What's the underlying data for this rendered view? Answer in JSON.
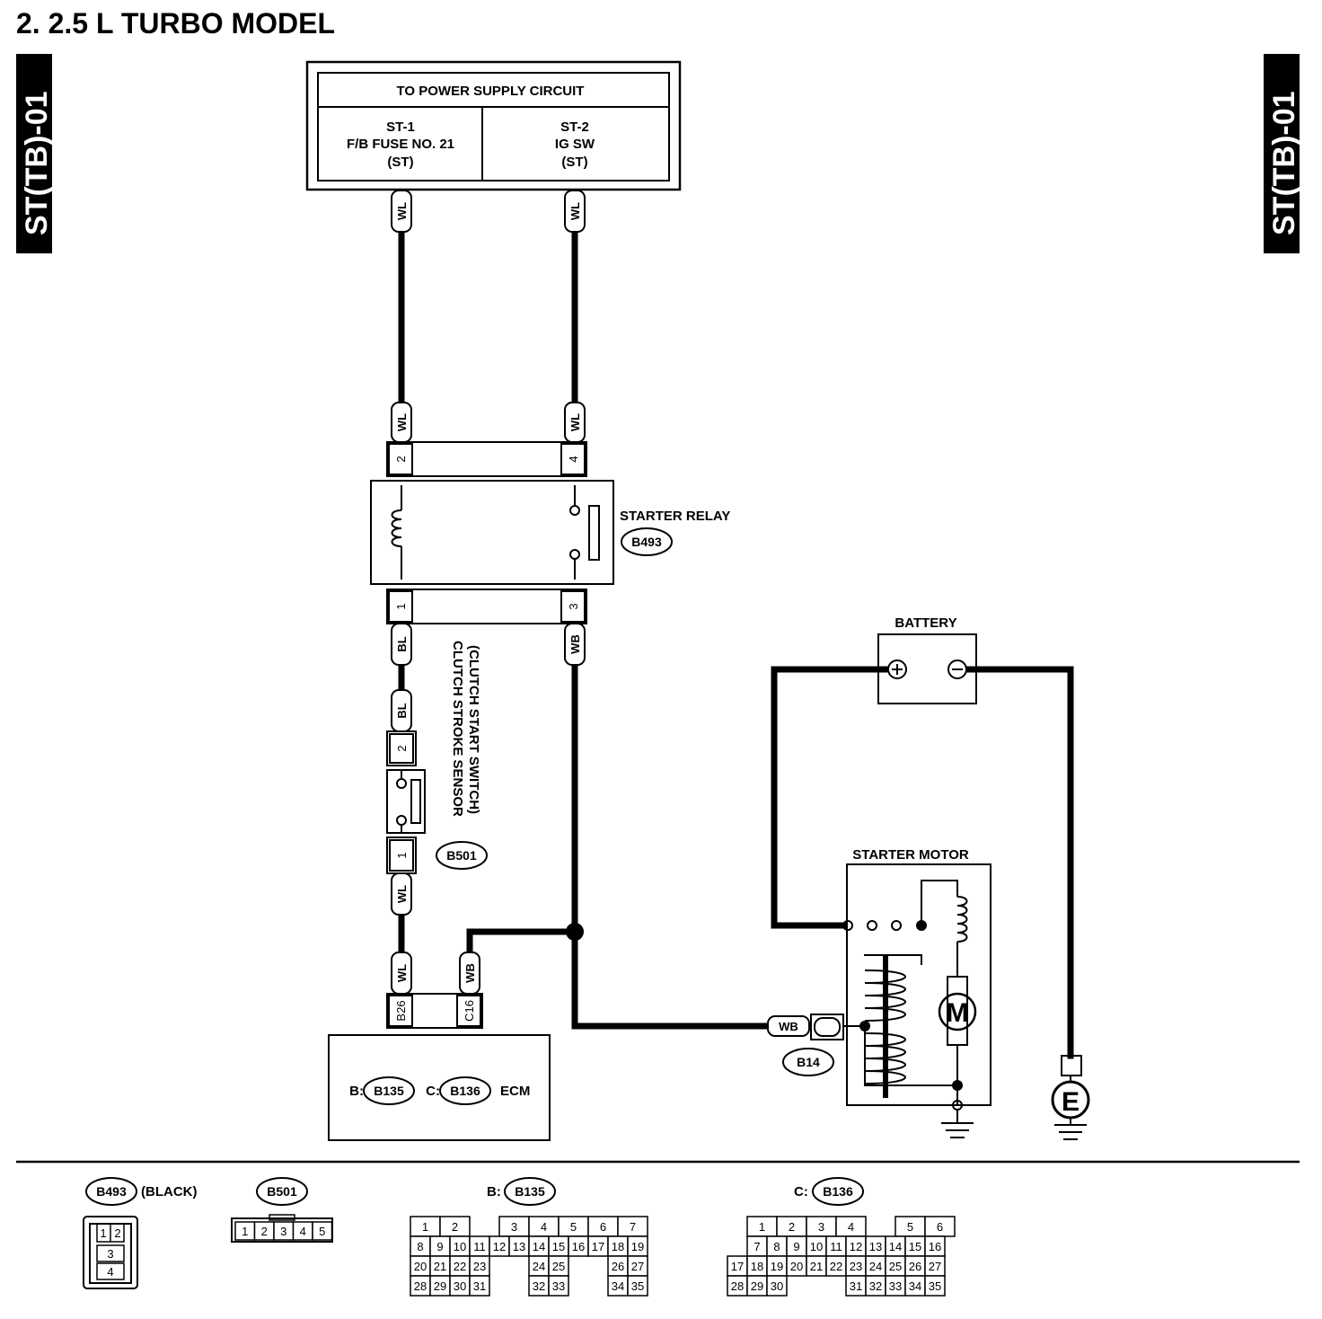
{
  "title": "2.  2.5 L TURBO MODEL",
  "side_tab": "ST(TB)-01",
  "power_supply": {
    "header": "TO POWER SUPPLY CIRCUIT",
    "st1": [
      "ST-1",
      "F/B FUSE NO. 21",
      "(ST)"
    ],
    "st2": [
      "ST-2",
      "IG SW",
      "(ST)"
    ]
  },
  "wires": {
    "wl": "WL",
    "bl": "BL",
    "wb": "WB"
  },
  "pins": {
    "p1": "1",
    "p2": "2",
    "p3": "3",
    "p4": "4",
    "b26": "B26",
    "c16": "C16"
  },
  "starter_relay": {
    "label": "STARTER RELAY",
    "connector": "B493"
  },
  "clutch_sensor": {
    "label1": "CLUTCH STROKE SENSOR",
    "label2": "(CLUTCH START SWITCH)",
    "connector": "B501"
  },
  "battery": {
    "label": "BATTERY"
  },
  "starter_motor": {
    "label": "STARTER MOTOR",
    "motor_symbol": "M",
    "connector": "B14"
  },
  "ground_symbol": "E",
  "ecm": {
    "b_prefix": "B:",
    "b_conn": "B135",
    "c_prefix": "C:",
    "c_conn": "B136",
    "label": "ECM"
  },
  "legend": {
    "b493": {
      "conn": "B493",
      "note": "(BLACK)",
      "pins": [
        "1",
        "2",
        "3",
        "4"
      ]
    },
    "b501": {
      "conn": "B501",
      "pins": [
        "1",
        "2",
        "3",
        "4",
        "5"
      ]
    },
    "b135": {
      "prefix": "B:",
      "conn": "B135",
      "rows": [
        [
          "1",
          "2",
          "",
          "3",
          "4",
          "5",
          "6",
          "7"
        ],
        [
          "8",
          "9",
          "10",
          "11",
          "12",
          "13",
          "14",
          "15",
          "16",
          "17",
          "18",
          "19"
        ],
        [
          "20",
          "21",
          "22",
          "23",
          "",
          "24",
          "25",
          "",
          "26",
          "27"
        ],
        [
          "28",
          "29",
          "30",
          "31",
          "",
          "32",
          "33",
          "",
          "34",
          "35"
        ]
      ]
    },
    "b136": {
      "prefix": "C:",
      "conn": "B136",
      "rows": [
        [
          "1",
          "2",
          "3",
          "4",
          "",
          "5",
          "6"
        ],
        [
          "7",
          "8",
          "9",
          "10",
          "11",
          "12",
          "13",
          "14",
          "15",
          "16"
        ],
        [
          "17",
          "18",
          "19",
          "20",
          "21",
          "22",
          "23",
          "24",
          "25",
          "26",
          "27"
        ],
        [
          "28",
          "29",
          "30",
          "",
          "31",
          "32",
          "33",
          "34",
          "35"
        ]
      ]
    }
  }
}
